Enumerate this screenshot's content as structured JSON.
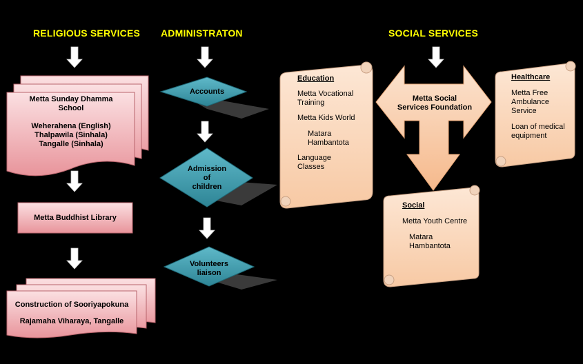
{
  "headers": {
    "religious": "RELIGIOUS SERVICES",
    "admin": "ADMINISTRATON",
    "social": "SOCIAL  SERVICES"
  },
  "religious": {
    "dhamma_school": {
      "title_1": "Metta Sunday Dhamma",
      "title_2": "School",
      "line_1": "Weherahena (English)",
      "line_2": "Thalpawila (Sinhala)",
      "line_3": "Tangalle (Sinhala)"
    },
    "library": "Metta Buddhist Library",
    "construction": {
      "line_1": "Construction of Sooriyapokuna",
      "line_2": "Rajamaha Viharaya, Tangalle"
    }
  },
  "admin": {
    "accounts": "Accounts",
    "admission_1": "Admission",
    "admission_2": "of",
    "admission_3": "children",
    "volunteers_1": "Volunteers",
    "volunteers_2": "liaison"
  },
  "social": {
    "foundation_1": "Metta Social",
    "foundation_2": "Services Foundation",
    "education": {
      "title": "Education",
      "item_1a": "Metta Vocational",
      "item_1b": "Training",
      "item_2": "Metta Kids World",
      "sub_1": "Matara",
      "sub_2": "Hambantota",
      "item_3a": "Language",
      "item_3b": "Classes"
    },
    "healthcare": {
      "title": "Healthcare",
      "item_1a": "Metta Free",
      "item_1b": "Ambulance",
      "item_1c": "Service",
      "item_2a": "Loan of medical",
      "item_2b": "equipment"
    },
    "social_box": {
      "title": "Social",
      "item_1": "Metta Youth Centre",
      "sub_1": "Matara",
      "sub_2": "Hambantota"
    }
  }
}
